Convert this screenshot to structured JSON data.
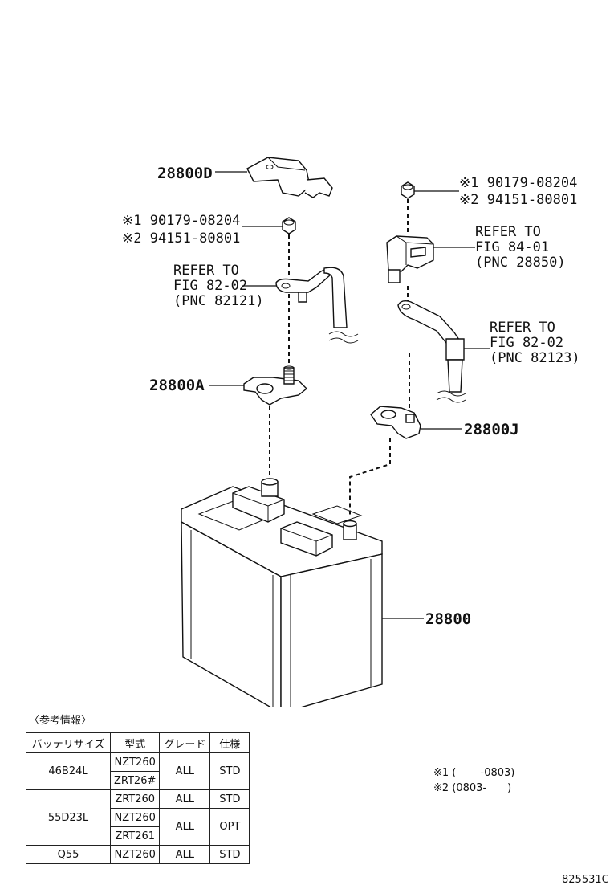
{
  "parts": {
    "terminal_cover": "28800D",
    "positive_terminal": "28800A",
    "negative_terminal": "28800J",
    "battery": "28800"
  },
  "left_nut": {
    "line1": "※1 90179-08204",
    "line2": "※2 94151-80801"
  },
  "right_nut": {
    "line1": "※1 90179-08204",
    "line2": "※2 94151-80801"
  },
  "refer_left": {
    "line1": "REFER TO",
    "line2": "FIG 82-02",
    "line3": "(PNC 82121)"
  },
  "refer_sensor": {
    "line1": "REFER TO",
    "line2": "FIG 84-01",
    "line3": "(PNC 28850)"
  },
  "refer_right": {
    "line1": "REFER TO",
    "line2": "FIG 82-02",
    "line3": "(PNC 82123)"
  },
  "reference": {
    "title": "〈参考情報〉",
    "headers": [
      "バッテリサイズ",
      "型式",
      "グレード",
      "仕様"
    ],
    "groups": [
      {
        "size": "46B24L",
        "models": [
          "NZT260",
          "ZRT26#"
        ],
        "grade": "ALL",
        "spec": "STD"
      },
      {
        "size": "55D23L",
        "rows": [
          {
            "model": "ZRT260",
            "grade": "ALL",
            "spec": "STD"
          },
          {
            "models": [
              "NZT260",
              "ZRT261"
            ],
            "grade": "ALL",
            "spec": "OPT"
          }
        ]
      },
      {
        "size": "Q55",
        "models": [
          "NZT260"
        ],
        "grade": "ALL",
        "spec": "STD"
      }
    ]
  },
  "notes": {
    "note1": "※1 (　　 -0803)",
    "note2": "※2 (0803-　　)"
  },
  "figure_code": "825531C"
}
